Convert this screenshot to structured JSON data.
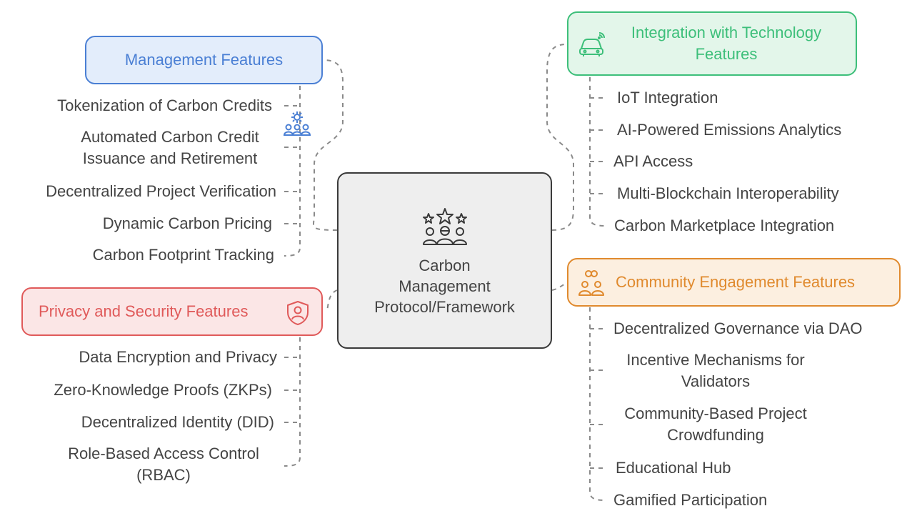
{
  "center": {
    "lines": [
      "Carbon",
      "Management",
      "Protocol/Framework"
    ],
    "icon": "stars-community-icon"
  },
  "branches": {
    "management": {
      "title": "Management Features",
      "icon": "gear-people-icon",
      "color": "#4A7FD4",
      "fill": "#E3EDFB",
      "items": [
        "Tokenization of Carbon Credits",
        "Automated Carbon Credit Issuance and Retirement",
        "Decentralized Project Verification",
        "Dynamic Carbon Pricing",
        "Carbon Footprint Tracking"
      ]
    },
    "privacy": {
      "title": "Privacy and Security Features",
      "icon": "shield-user-icon",
      "color": "#E05A5A",
      "fill": "#FBE6E6",
      "items": [
        "Data Encryption and Privacy",
        "Zero-Knowledge Proofs (ZKPs)",
        "Decentralized Identity (DID)",
        "Role-Based Access Control (RBAC)"
      ]
    },
    "integration": {
      "title_line1": "Integration with Technology",
      "title_line2": "Features",
      "icon": "connected-car-icon",
      "color": "#3DBF7A",
      "fill": "#E3F6EA",
      "items": [
        "IoT Integration",
        "AI-Powered Emissions Analytics",
        "API Access",
        "Multi-Blockchain Interoperability",
        "Carbon Marketplace Integration"
      ]
    },
    "community": {
      "title": "Community Engagement Features",
      "icon": "people-link-icon",
      "color": "#E08A2E",
      "fill": "#FCEFE0",
      "items": [
        "Decentralized Governance via DAO",
        "Incentive Mechanisms for Validators",
        "Community-Based Project Crowdfunding",
        "Educational Hub",
        "Gamified Participation"
      ]
    }
  }
}
